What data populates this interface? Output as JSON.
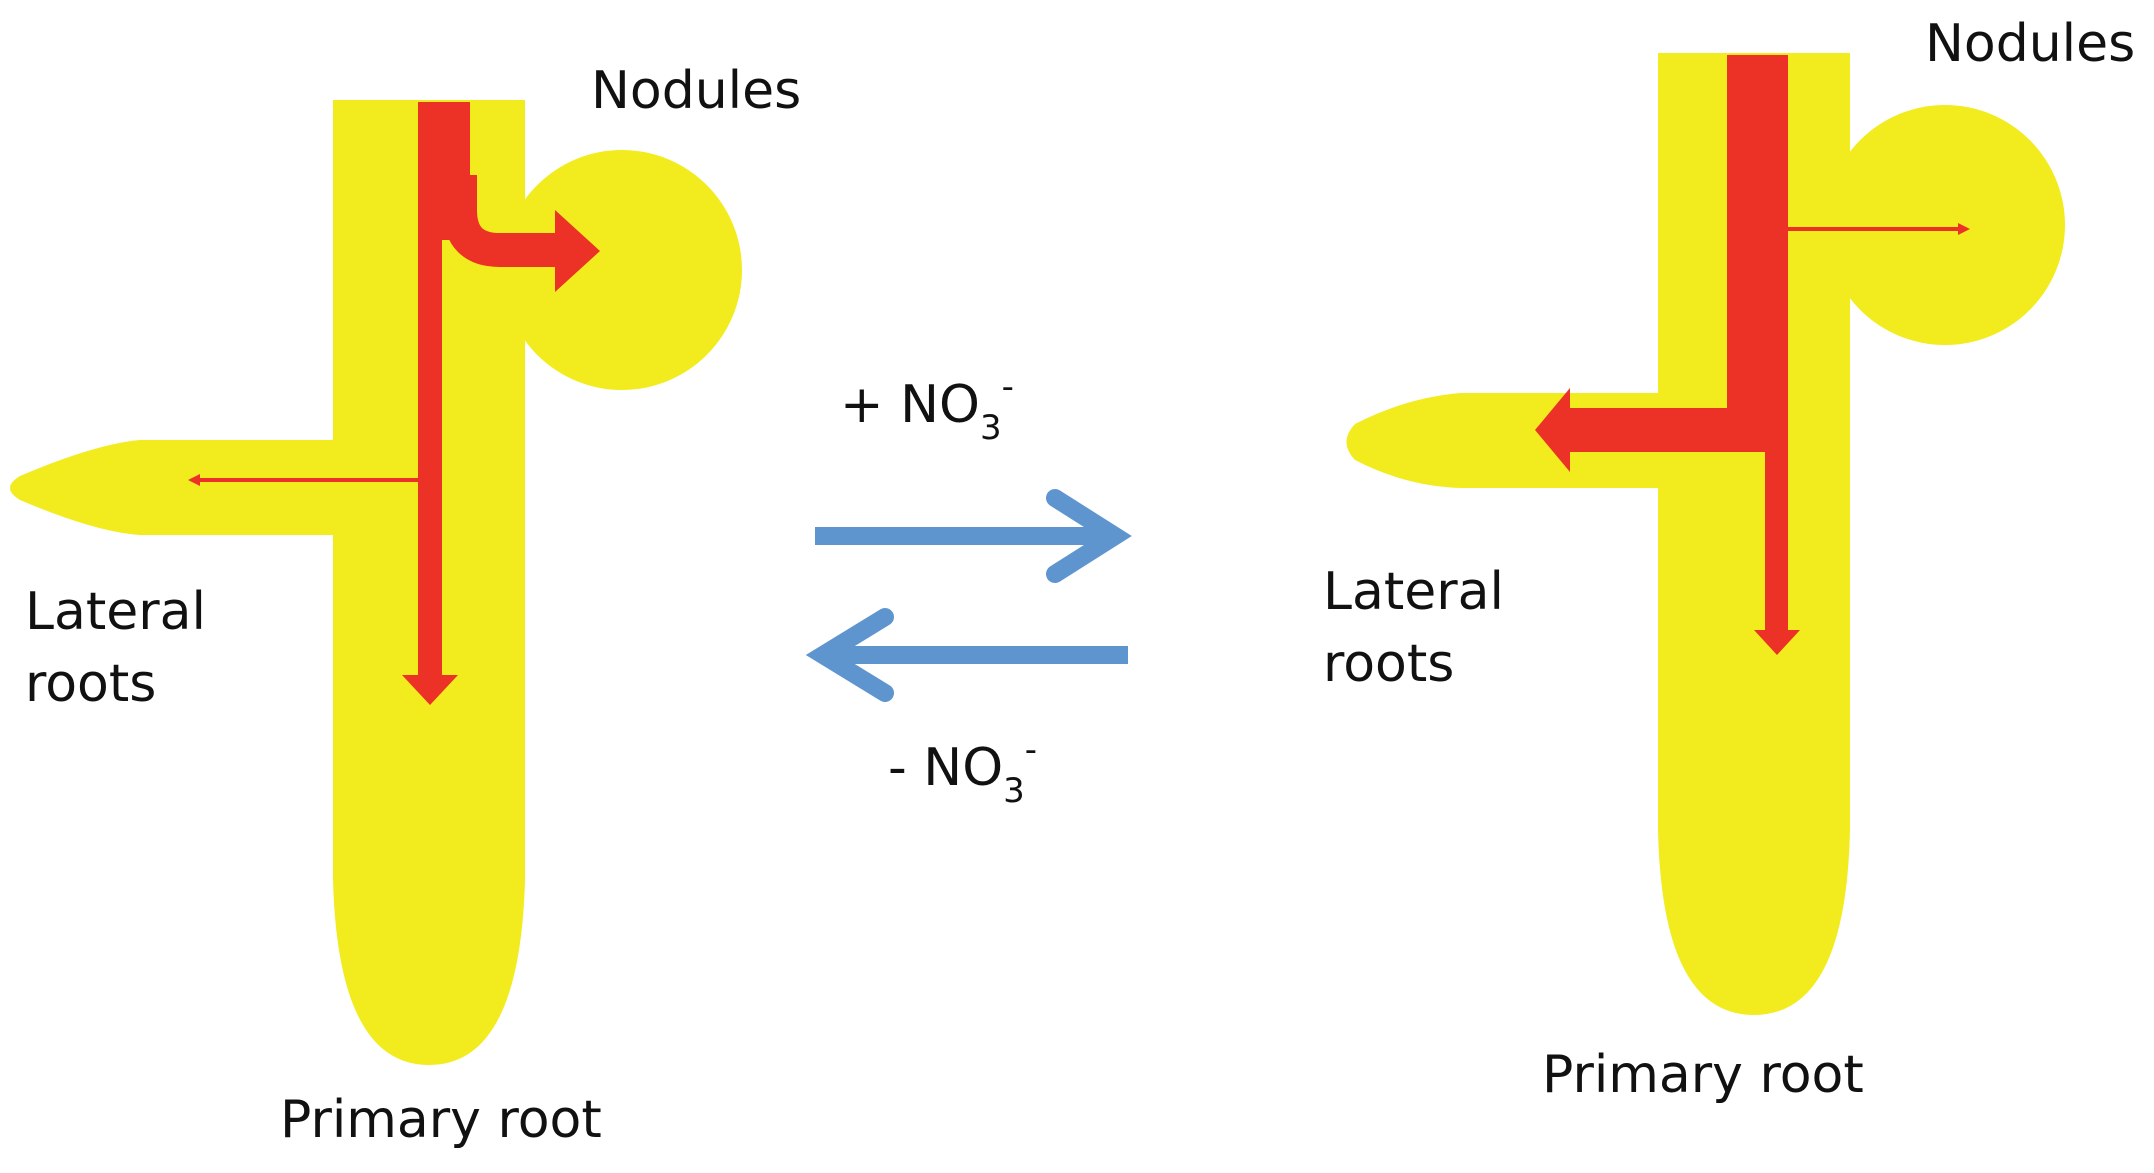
{
  "colors": {
    "root": "#f2ec1e",
    "flow_arrow": "#ec3226",
    "transition_arrow": "#5f95cf",
    "text": "#111111"
  },
  "labels": {
    "left": {
      "nodules": "Nodules",
      "lateral_line1": "Lateral",
      "lateral_line2": "roots",
      "primary": "Primary root"
    },
    "right": {
      "nodules": "Nodules",
      "lateral_line1": "Lateral",
      "lateral_line2": "roots",
      "primary": "Primary root"
    },
    "forward": {
      "sign": "+ NO",
      "subscript": "3",
      "superscript": "-"
    },
    "reverse": {
      "sign": "- NO",
      "subscript": "3",
      "superscript": "-"
    }
  }
}
